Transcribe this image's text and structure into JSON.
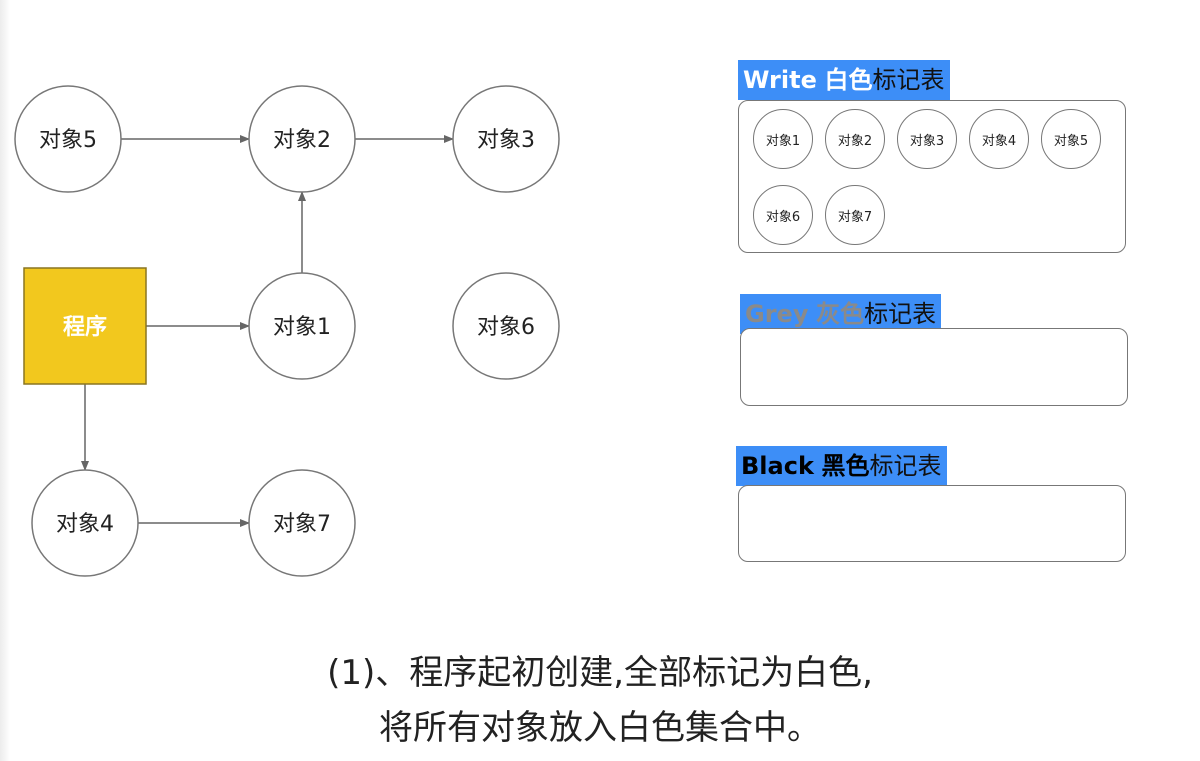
{
  "graph": {
    "program": "程序",
    "nodes": {
      "obj1": "对象1",
      "obj2": "对象2",
      "obj3": "对象3",
      "obj4": "对象4",
      "obj5": "对象5",
      "obj6": "对象6",
      "obj7": "对象7"
    },
    "edges": [
      [
        "obj5",
        "obj2"
      ],
      [
        "obj2",
        "obj3"
      ],
      [
        "obj1",
        "obj2"
      ],
      [
        "program",
        "obj1"
      ],
      [
        "program",
        "obj4"
      ],
      [
        "obj4",
        "obj7"
      ]
    ]
  },
  "panels": {
    "white": {
      "title_en": "Write",
      "title_color": "白色",
      "title_rest": "标记表",
      "items": [
        "对象1",
        "对象2",
        "对象3",
        "对象4",
        "对象5",
        "对象6",
        "对象7"
      ]
    },
    "grey": {
      "title_en": "Grey",
      "title_color": "灰色",
      "title_rest": "标记表",
      "items": []
    },
    "black": {
      "title_en": "Black",
      "title_color": "黑色",
      "title_rest": "标记表",
      "items": []
    }
  },
  "caption": {
    "line1": "(1)、程序起初创建,全部标记为白色,",
    "line2": "将所有对象放入白色集合中。"
  },
  "colors": {
    "program_fill": "#f2c81e",
    "program_stroke": "#8a7520",
    "title_bg": "#3d8ef7",
    "node_stroke": "#777777",
    "grey_text": "#8a8a8a"
  }
}
